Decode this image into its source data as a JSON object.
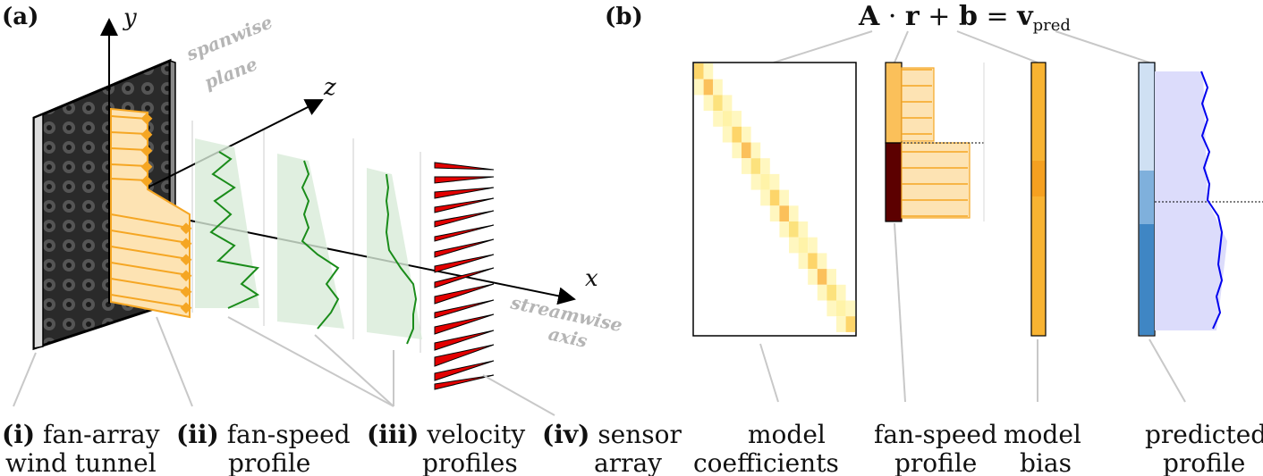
{
  "panel_a": {
    "label": "(a)",
    "axis_y": "y",
    "axis_z": "z",
    "axis_x": "x",
    "plane_label": [
      "spanwise",
      "plane"
    ],
    "axis_label": [
      "streamwise",
      "axis"
    ],
    "captions": [
      {
        "num": "(i)",
        "line1": "fan-array",
        "line2": "wind tunnel"
      },
      {
        "num": "(ii)",
        "line1": "fan-speed",
        "line2": "profile"
      },
      {
        "num": "(iii)",
        "line1": "velocity",
        "line2": "profiles"
      },
      {
        "num": "(iv)",
        "line1": "sensor",
        "line2": "array"
      }
    ]
  },
  "panel_b": {
    "label": "(b)",
    "equation": {
      "A": "A",
      "dot": "·",
      "r": "r",
      "plus1": "+",
      "b": "b",
      "eq": "=",
      "v": "v",
      "sub": "pred"
    },
    "captions": [
      {
        "line1": "model",
        "line2": "coefficients"
      },
      {
        "line1": "fan-speed",
        "line2": "profile"
      },
      {
        "line1": "model",
        "line2": "bias"
      },
      {
        "line1": "predicted",
        "line2": "profile"
      }
    ]
  },
  "colors": {
    "orange": "#f5a623",
    "green": "#1a8c1a",
    "sensor_red": "#e30000",
    "dark_red": "#5c0000",
    "blue": "#0000ee",
    "grey_text": "#b5b5b5"
  },
  "icons": [
    "fan-array-icon",
    "sensor-array-icon"
  ]
}
